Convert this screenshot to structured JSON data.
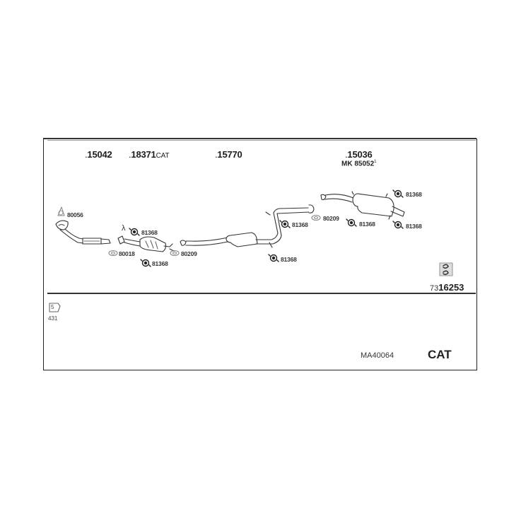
{
  "diagram": {
    "type": "exhaust-system-parts-diagram",
    "parts": [
      {
        "number": "15042",
        "prefix": ".",
        "suffix": ""
      },
      {
        "number": "18371",
        "prefix": ".",
        "suffix": "CAT"
      },
      {
        "number": "15770",
        "prefix": ".",
        "suffix": ""
      },
      {
        "number": "15036",
        "prefix": ".",
        "suffix": ""
      }
    ],
    "mounting_kit": {
      "label": "MK",
      "number": "85052",
      "superscript": "1"
    },
    "callouts": {
      "gasket_front": "80056",
      "gasket_cat_front": "80018",
      "gasket_cat_rear": "80209",
      "gasket_mid": "80209",
      "hanger_cat_top": "81368",
      "hanger_cat_bottom": "81368",
      "hanger_mid_top": "81368",
      "hanger_mid_bottom": "81368",
      "hanger_rear_left": "81368",
      "hanger_rear_top": "81368",
      "hanger_rear_right": "81368",
      "lambda_symbol": "λ"
    },
    "kit_code": {
      "prefix": "73",
      "main": "16253"
    },
    "notes": {
      "box_label": "5",
      "box_number": "431"
    },
    "footer": {
      "model_code": "MA40064",
      "type_label": "CAT"
    }
  }
}
